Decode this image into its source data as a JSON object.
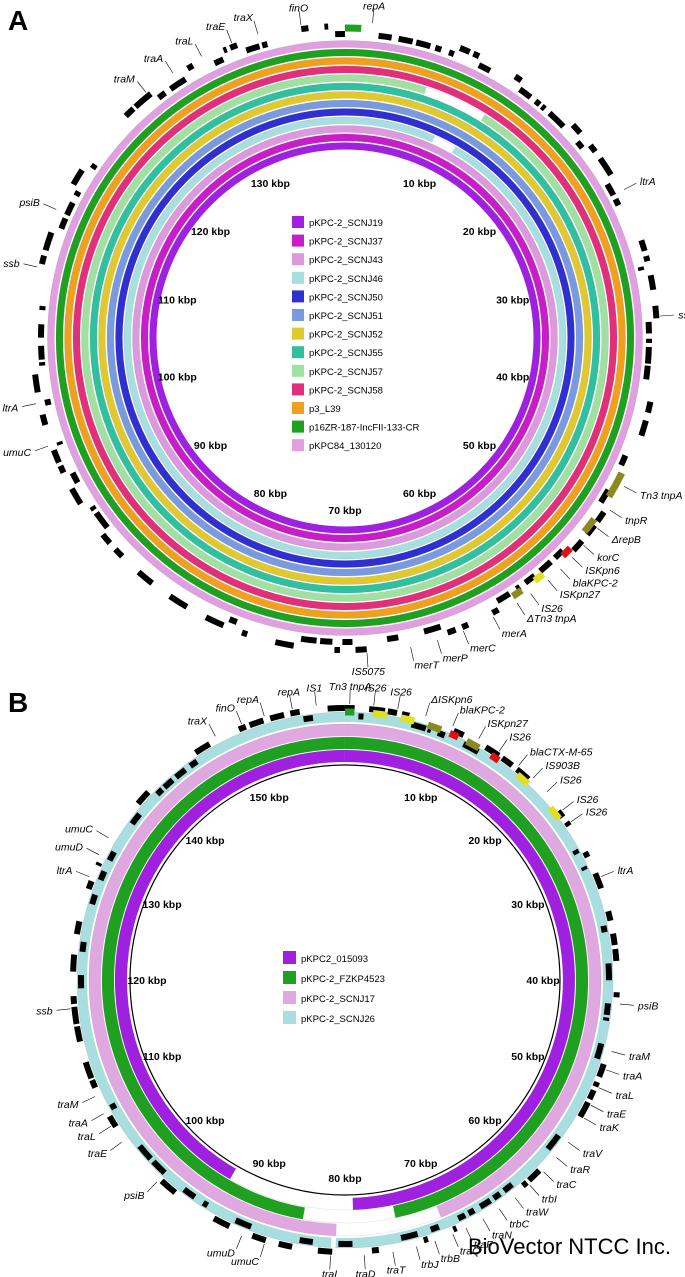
{
  "panelA": {
    "letter": "A",
    "center_label_positions_note": "",
    "ticks": [
      "10 kbp",
      "20 kbp",
      "30 kbp",
      "40 kbp",
      "50 kbp",
      "60 kbp",
      "70 kbp",
      "80 kbp",
      "90 kbp",
      "100 kbp",
      "110 kbp",
      "120 kbp",
      "130 kbp"
    ],
    "legend": [
      {
        "name": "pKPC-2_SCNJ19",
        "color": "#a020e0"
      },
      {
        "name": "pKPC-2_SCNJ37",
        "color": "#c81ec8"
      },
      {
        "name": "pKPC-2_SCNJ43",
        "color": "#dd99dd"
      },
      {
        "name": "pKPC-2_SCNJ46",
        "color": "#a8dee0"
      },
      {
        "name": "pKPC-2_SCNJ50",
        "color": "#3030d0"
      },
      {
        "name": "pKPC-2_SCNJ51",
        "color": "#7a9ae0"
      },
      {
        "name": "pKPC-2_SCNJ52",
        "color": "#e0c830"
      },
      {
        "name": "pKPC-2_SCNJ55",
        "color": "#30c0a0"
      },
      {
        "name": "pKPC-2_SCNJ57",
        "color": "#a0e0a0"
      },
      {
        "name": "pKPC-2_SCNJ58",
        "color": "#e0307a"
      },
      {
        "name": "p3_L39",
        "color": "#f0a020"
      },
      {
        "name": "p16ZR-187-IncFII-133-CR",
        "color": "#20a020"
      },
      {
        "name": "pKPC84_130120",
        "color": "#e0a0e0"
      }
    ],
    "genes": [
      {
        "label": "repA",
        "deg": 5
      },
      {
        "label": "finO",
        "deg": -8
      },
      {
        "label": "traX",
        "deg": -16
      },
      {
        "label": "traE",
        "deg": -21
      },
      {
        "label": "traL",
        "deg": -27
      },
      {
        "label": "traA",
        "deg": -33
      },
      {
        "label": "traM",
        "deg": -39
      },
      {
        "label": "psiB",
        "deg": -66
      },
      {
        "label": "ssb",
        "deg": -77
      },
      {
        "label": "ltrA",
        "deg": 62
      },
      {
        "label": "ssb",
        "deg": 86
      },
      {
        "label": "ltrA",
        "deg": -102
      },
      {
        "label": "umuC",
        "deg": -110
      },
      {
        "label": "Tn3 tnpA",
        "deg": 118
      },
      {
        "label": "tnpR",
        "deg": 123
      },
      {
        "label": "ΔrepB",
        "deg": 127
      },
      {
        "label": "korC",
        "deg": 131
      },
      {
        "label": "ISKpn6",
        "deg": 134
      },
      {
        "label": "blaKPC-2",
        "deg": 137
      },
      {
        "label": "ISKpn27",
        "deg": 140
      },
      {
        "label": "IS26",
        "deg": 144
      },
      {
        "label": "ΔTn3 tnpA",
        "deg": 147
      },
      {
        "label": "merA",
        "deg": 152
      },
      {
        "label": "merC",
        "deg": 158
      },
      {
        "label": "merP",
        "deg": 163
      },
      {
        "label": "merT",
        "deg": 168
      },
      {
        "label": "IS5075",
        "deg": 176
      }
    ]
  },
  "panelB": {
    "letter": "B",
    "ticks": [
      "10 kbp",
      "20 kbp",
      "30 kbp",
      "40 kbp",
      "50 kbp",
      "60 kbp",
      "70 kbp",
      "80 kbp",
      "90 kbp",
      "100 kbp",
      "110 kbp",
      "120 kbp",
      "130 kbp",
      "140 kbp",
      "150 kbp"
    ],
    "legend": [
      {
        "name": "pKPC2_015093",
        "color": "#a020e0"
      },
      {
        "name": "pKPC-2_FZKP4523",
        "color": "#20a020"
      },
      {
        "name": "pKPC-2_SCNJ17",
        "color": "#e0a8e0"
      },
      {
        "name": "pKPC-2_SCNJ26",
        "color": "#a8dee0"
      }
    ],
    "genes": [
      {
        "label": "IS1",
        "deg": -6
      },
      {
        "label": "repA",
        "deg": -11
      },
      {
        "label": "repA",
        "deg": -17
      },
      {
        "label": "finO",
        "deg": -22
      },
      {
        "label": "traX",
        "deg": -28
      },
      {
        "label": "Tn3 tnpA",
        "deg": 1
      },
      {
        "label": "IS26",
        "deg": 6
      },
      {
        "label": "IS26",
        "deg": 11
      },
      {
        "label": "ΔISKpn6",
        "deg": 17
      },
      {
        "label": "blaKPC-2",
        "deg": 23
      },
      {
        "label": "ISKpn27",
        "deg": 29
      },
      {
        "label": "IS26",
        "deg": 34
      },
      {
        "label": "blaCTX-M-65",
        "deg": 39
      },
      {
        "label": "IS903B",
        "deg": 43
      },
      {
        "label": "IS26",
        "deg": 47
      },
      {
        "label": "IS26",
        "deg": 52
      },
      {
        "label": "IS26",
        "deg": 55
      },
      {
        "label": "ltrA",
        "deg": 68
      },
      {
        "label": "psiB",
        "deg": 95
      },
      {
        "label": "traM",
        "deg": 105
      },
      {
        "label": "traA",
        "deg": 109
      },
      {
        "label": "traL",
        "deg": 113
      },
      {
        "label": "traE",
        "deg": 117
      },
      {
        "label": "traK",
        "deg": 120
      },
      {
        "label": "traV",
        "deg": 126
      },
      {
        "label": "traR",
        "deg": 130
      },
      {
        "label": "traC",
        "deg": 134
      },
      {
        "label": "trbI",
        "deg": 138
      },
      {
        "label": "traW",
        "deg": 142
      },
      {
        "label": "trbC",
        "deg": 146
      },
      {
        "label": "traN",
        "deg": 150
      },
      {
        "label": "traF",
        "deg": 154
      },
      {
        "label": "traQ",
        "deg": 157
      },
      {
        "label": "trbB",
        "deg": 161
      },
      {
        "label": "trbJ",
        "deg": 165
      },
      {
        "label": "traT",
        "deg": 170
      },
      {
        "label": "traD",
        "deg": 176
      },
      {
        "label": "traI",
        "deg": 183
      },
      {
        "label": "umuC",
        "deg": -163
      },
      {
        "label": "umuD",
        "deg": -158
      },
      {
        "label": "psiB",
        "deg": -137
      },
      {
        "label": "traE",
        "deg": -126
      },
      {
        "label": "traL",
        "deg": -122
      },
      {
        "label": "traA",
        "deg": -119
      },
      {
        "label": "traM",
        "deg": -115
      },
      {
        "label": "ssb",
        "deg": -96
      },
      {
        "label": "ltrA",
        "deg": -68
      },
      {
        "label": "umuD",
        "deg": -63
      },
      {
        "label": "umuC",
        "deg": -59
      }
    ]
  },
  "watermark": "BioVector NTCC Inc."
}
